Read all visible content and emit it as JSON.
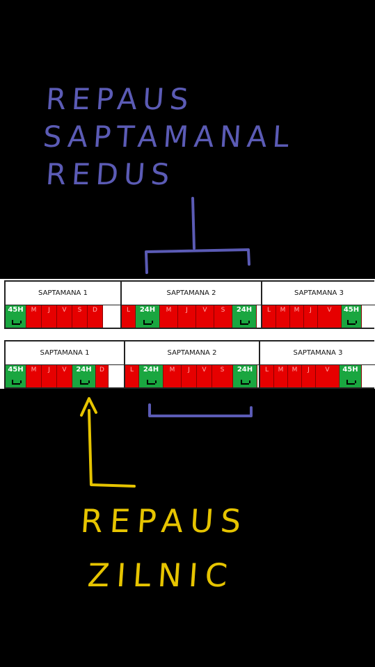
{
  "annotations": {
    "weekly_rest": [
      "REPAUS",
      "SAPTAMANAL",
      "REDUS"
    ],
    "daily_rest": [
      "REPAUS",
      "ZILNIC"
    ]
  },
  "colors": {
    "blue": "#5b5bb5",
    "yellow": "#e6c400",
    "work": "#e60000",
    "rest": "#1aa640"
  },
  "rows": [
    {
      "weeks": [
        {
          "label": "SAPTAMANA 1",
          "days": [
            {
              "t": "45H",
              "rest": true
            },
            {
              "t": "M"
            },
            {
              "t": "J"
            },
            {
              "t": "V"
            },
            {
              "t": "S"
            },
            {
              "t": "D"
            }
          ]
        },
        {
          "label": "SAPTAMANA 2",
          "days": [
            {
              "t": "L"
            },
            {
              "t": "24H",
              "rest": true
            },
            {
              "t": "M"
            },
            {
              "t": "J"
            },
            {
              "t": "V"
            },
            {
              "t": "S"
            },
            {
              "t": "24H",
              "rest": true
            }
          ]
        },
        {
          "label": "SAPTAMANA 3",
          "days": [
            {
              "t": "L"
            },
            {
              "t": "M"
            },
            {
              "t": "M"
            },
            {
              "t": "J"
            },
            {
              "t": "V"
            },
            {
              "t": "45H",
              "rest": true
            }
          ]
        }
      ]
    },
    {
      "weeks": [
        {
          "label": "SAPTAMANA 1",
          "days": [
            {
              "t": "45H",
              "rest": true
            },
            {
              "t": "M"
            },
            {
              "t": "J"
            },
            {
              "t": "V"
            },
            {
              "t": "24H",
              "rest": true
            },
            {
              "t": "D"
            }
          ]
        },
        {
          "label": "SAPTAMANA 2",
          "days": [
            {
              "t": "L"
            },
            {
              "t": "24H",
              "rest": true
            },
            {
              "t": "M"
            },
            {
              "t": "J"
            },
            {
              "t": "V"
            },
            {
              "t": "S"
            },
            {
              "t": "24H",
              "rest": true
            }
          ]
        },
        {
          "label": "SAPTAMANA 3",
          "days": [
            {
              "t": "L"
            },
            {
              "t": "M"
            },
            {
              "t": "M"
            },
            {
              "t": "J"
            },
            {
              "t": "V"
            },
            {
              "t": "45H",
              "rest": true
            }
          ]
        }
      ]
    }
  ]
}
